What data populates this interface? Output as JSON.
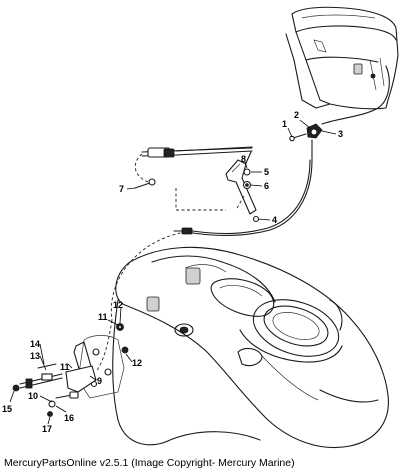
{
  "callouts": {
    "c1": "1",
    "c2": "2",
    "c3": "3",
    "c4": "4",
    "c5": "5",
    "c6": "6",
    "c7": "7",
    "c8": "8",
    "c9": "9",
    "c10": "10",
    "c11a": "11",
    "c11b": "11",
    "c12a": "12",
    "c12b": "12",
    "c13": "13",
    "c14": "14",
    "c15": "15",
    "c16": "16",
    "c17": "17"
  },
  "footer": {
    "copyright": "MercuryPartsOnline v2.5.1 (Image Copyright- Mercury Marine)"
  }
}
